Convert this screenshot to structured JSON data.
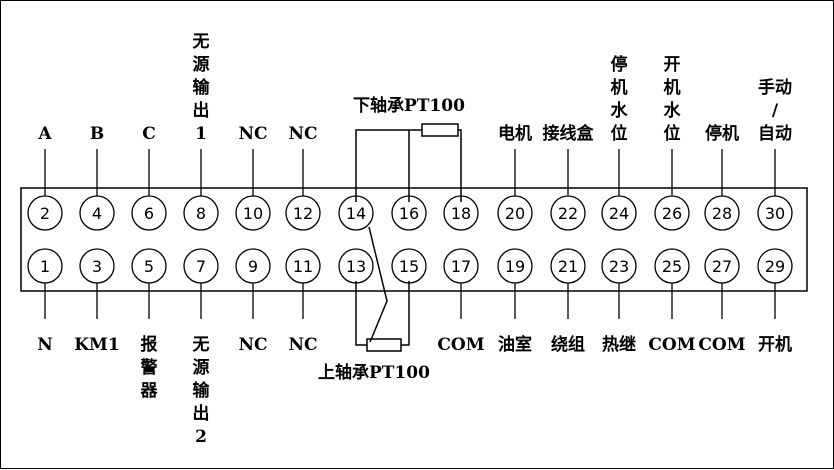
{
  "colors": {
    "line": "#000000",
    "background": "#ffffff"
  },
  "top_terminals": [
    {
      "num": "2",
      "label": "A"
    },
    {
      "num": "4",
      "label": "B"
    },
    {
      "num": "6",
      "label": "C"
    },
    {
      "num": "8",
      "label": "无源输出1"
    },
    {
      "num": "10",
      "label": "NC"
    },
    {
      "num": "12",
      "label": "NC"
    },
    {
      "num": "14",
      "label": ""
    },
    {
      "num": "16",
      "label": ""
    },
    {
      "num": "18",
      "label": ""
    },
    {
      "num": "20",
      "label": "电机"
    },
    {
      "num": "22",
      "label": "接线盒"
    },
    {
      "num": "24",
      "label": "停机水位"
    },
    {
      "num": "26",
      "label": "开机水位"
    },
    {
      "num": "28",
      "label": "停机"
    },
    {
      "num": "30",
      "label": "手动/自动"
    }
  ],
  "bottom_terminals": [
    {
      "num": "1",
      "label": "N"
    },
    {
      "num": "3",
      "label": "KM1"
    },
    {
      "num": "5",
      "label": "报警器"
    },
    {
      "num": "7",
      "label": "无源输出2"
    },
    {
      "num": "9",
      "label": "NC"
    },
    {
      "num": "11",
      "label": "NC"
    },
    {
      "num": "13",
      "label": ""
    },
    {
      "num": "15",
      "label": ""
    },
    {
      "num": "17",
      "label": "COM"
    },
    {
      "num": "19",
      "label": "油室"
    },
    {
      "num": "21",
      "label": "绕组"
    },
    {
      "num": "23",
      "label": "热继"
    },
    {
      "num": "25",
      "label": "COM"
    },
    {
      "num": "27",
      "label": "COM"
    },
    {
      "num": "29",
      "label": "开机"
    }
  ],
  "sensors": {
    "upper_bearing": "下轴承PT100",
    "lower_bearing": "上轴承PT100"
  }
}
